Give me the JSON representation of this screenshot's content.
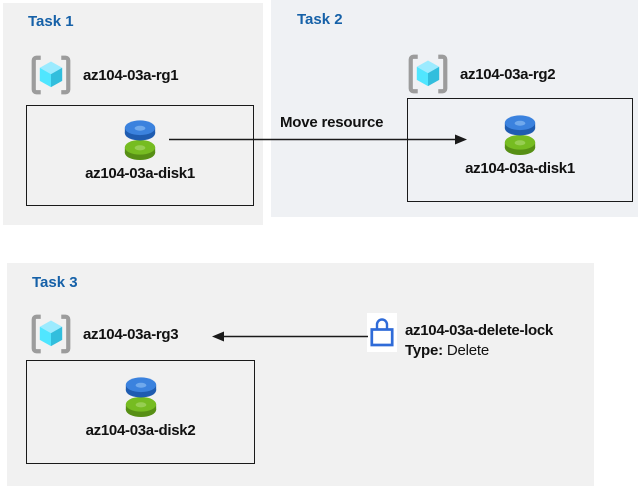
{
  "task1": {
    "title": "Task 1",
    "rg_name": "az104-03a-rg1",
    "resource_name": "az104-03a-disk1"
  },
  "task2": {
    "title": "Task 2",
    "rg_name": "az104-03a-rg2",
    "resource_name": "az104-03a-disk1"
  },
  "task3": {
    "title": "Task 3",
    "rg_name": "az104-03a-rg3",
    "resource_name": "az104-03a-disk2",
    "lock_name": "az104-03a-delete-lock",
    "lock_type_label": "Type:",
    "lock_type_value": "Delete"
  },
  "arrow1": {
    "label": "Move resource"
  },
  "icons": {
    "resource_group": "resource-group-icon",
    "disk": "disk-icon",
    "lock": "lock-icon"
  },
  "colors": {
    "panel_gray": "#f1f1f1",
    "panel_blue_gray": "#eff1f4",
    "title_blue": "#1661a8",
    "box_border": "#1a1a1a",
    "arrow": "#1a1a1a",
    "lock_blue": "#2f6bd8",
    "disk_blue_top": "#3b82de",
    "disk_blue_side": "#1f5cb0",
    "disk_green_top": "#76bc21",
    "disk_green_side": "#578f15",
    "rg_cube_top": "#9cebff",
    "rg_cube_left": "#50e6ff",
    "rg_cube_right": "#32bedd",
    "rg_brackets": "#9c9c9c"
  }
}
